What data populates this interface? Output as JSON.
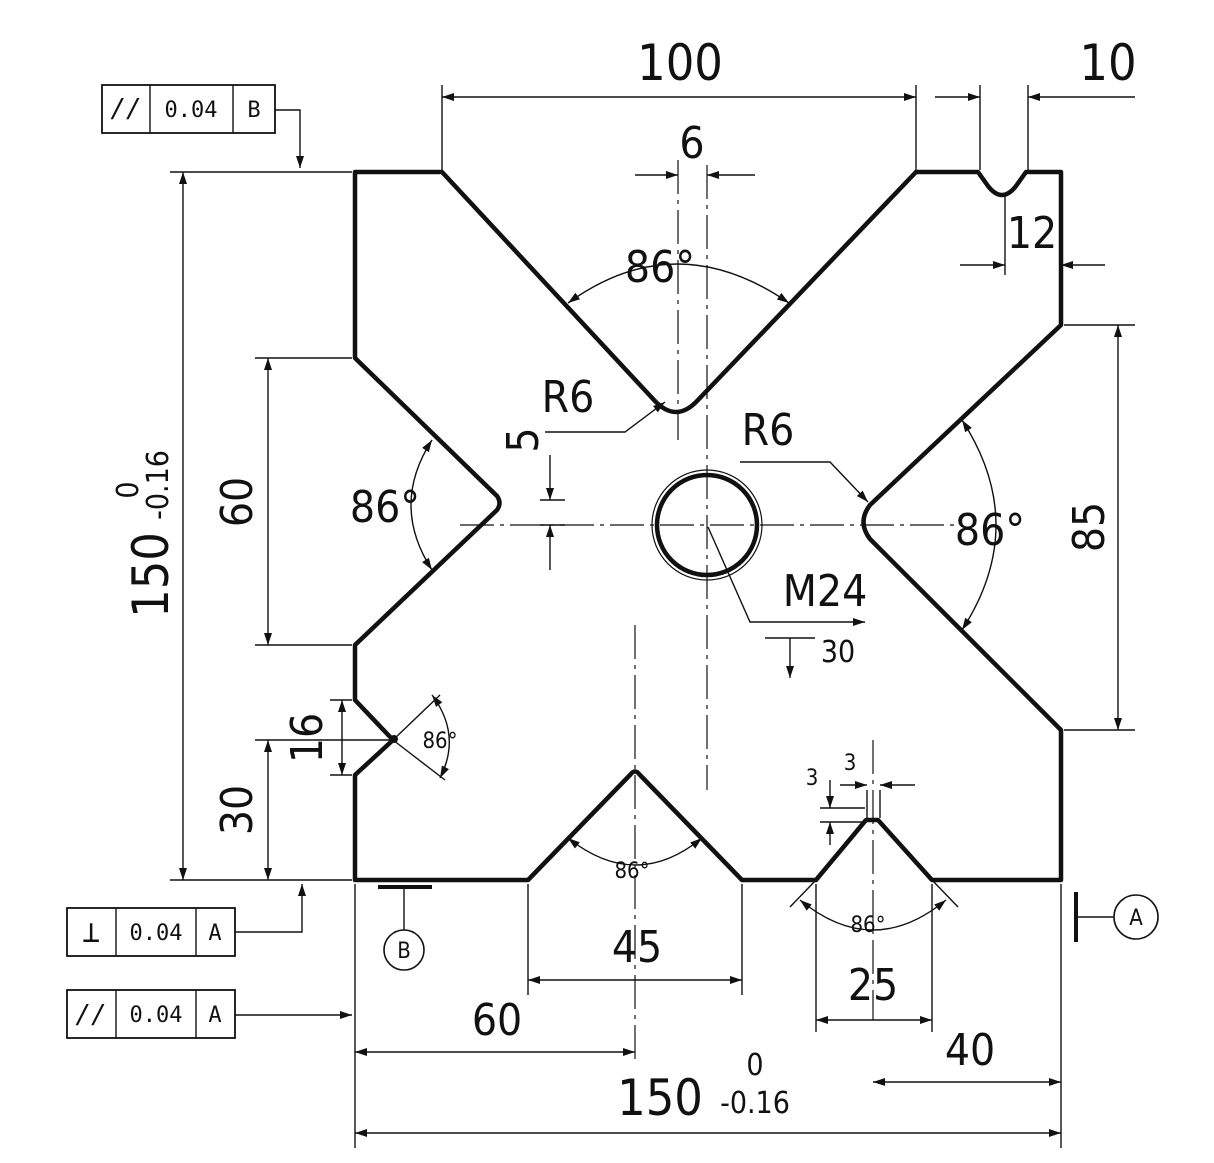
{
  "dimensions": {
    "top_width": "100",
    "top_right_offset": "10",
    "top_slot_width": "6",
    "right_notch_depth": "12",
    "top_angle": "86°",
    "left_angle": "86°",
    "right_angle": "86°",
    "small_angle_left": "86°",
    "bottom_angle": "86°",
    "bottom_right_angle": "86°",
    "radius_top": "R6",
    "radius_right": "R6",
    "center_offset": "5",
    "left_height": "60",
    "left_bottom_height": "30",
    "left_notch": "16",
    "right_height": "85",
    "thread": "M24",
    "thread_depth": "30",
    "bottom_v_width": "45",
    "bottom_left_distance": "60",
    "bottom_small_width": "25",
    "bottom_right_distance": "40",
    "small_slot_height": "3",
    "small_slot_width": "3",
    "total_height_nominal": "150",
    "total_height_upper_tol": "0",
    "total_height_lower_tol": "-0.16",
    "total_width_nominal": "150",
    "total_width_upper_tol": "0",
    "total_width_lower_tol": "-0.16"
  },
  "tolerance_frames": [
    {
      "symbol": "//",
      "value": "0.04",
      "datum": "B"
    },
    {
      "symbol": "⊥",
      "value": "0.04",
      "datum": "A"
    },
    {
      "symbol": "//",
      "value": "0.04",
      "datum": "A"
    }
  ],
  "datums": {
    "a": "A",
    "b": "B"
  }
}
